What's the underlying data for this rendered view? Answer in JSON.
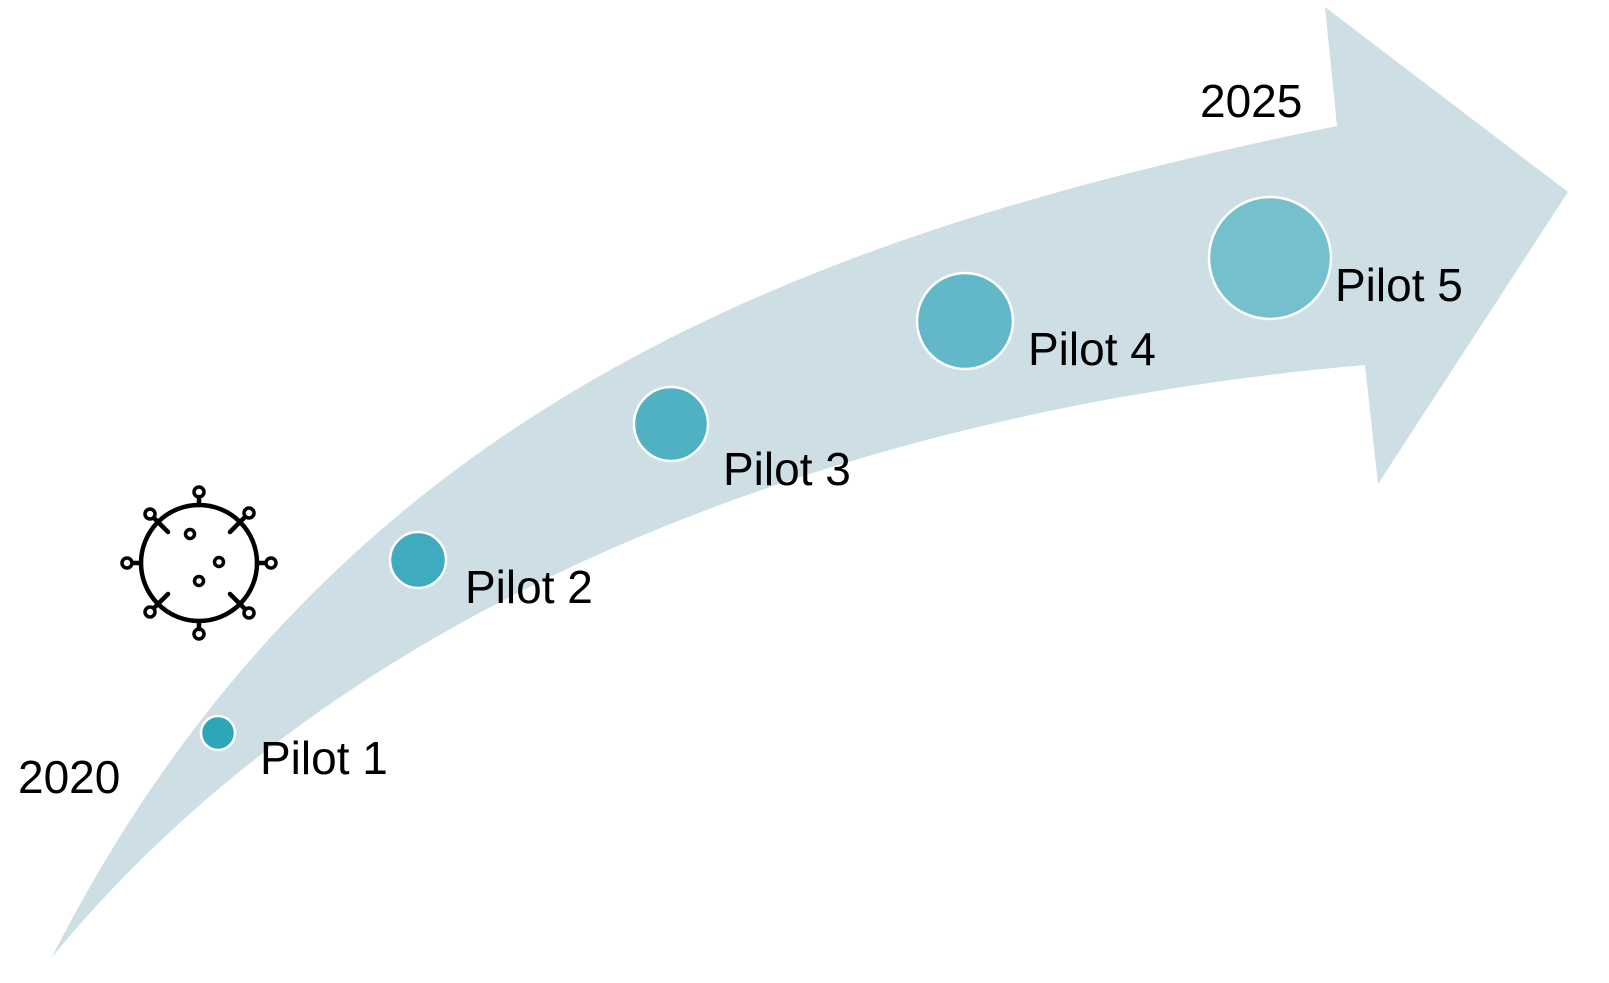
{
  "timeline": {
    "start_year": "2020",
    "end_year": "2025",
    "arrow_color": "#cddfe4",
    "milestones": [
      {
        "label": "Pilot 1",
        "color": "#2ea6b8"
      },
      {
        "label": "Pilot 2",
        "color": "#3eabbe"
      },
      {
        "label": "Pilot 3",
        "color": "#50b1c3"
      },
      {
        "label": "Pilot 4",
        "color": "#62b8c8"
      },
      {
        "label": "Pilot 5",
        "color": "#74c0cc"
      }
    ]
  },
  "icon": {
    "name": "virus-icon"
  }
}
